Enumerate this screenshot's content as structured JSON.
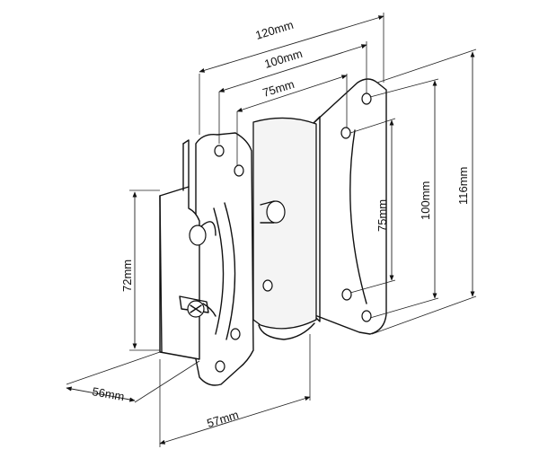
{
  "dimensions": {
    "top_120": "120mm",
    "top_100": "100mm",
    "top_75": "75mm",
    "right_116": "116mm",
    "right_100": "100mm",
    "right_75": "75mm",
    "left_72": "72mm",
    "bottom_56": "56mm",
    "bottom_57": "57mm"
  }
}
